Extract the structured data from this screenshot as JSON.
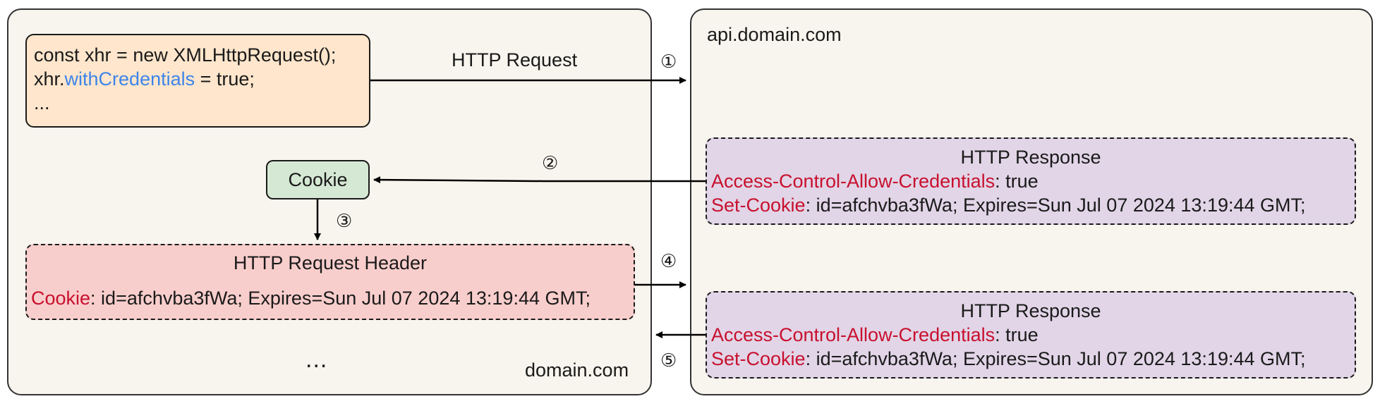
{
  "left_panel": {
    "label": "domain.com",
    "ellipsis": "..."
  },
  "right_panel": {
    "label": "api.domain.com"
  },
  "code_box": {
    "line1": "const xhr = new XMLHttpRequest();",
    "line2_prefix": "xhr.",
    "line2_highlight": "withCredentials",
    "line2_suffix": " = true;",
    "line3": "..."
  },
  "cookie_box": {
    "label": "Cookie"
  },
  "request_header": {
    "title": "HTTP Request Header",
    "key": "Cookie",
    "value": ": id=afchvba3fWa; Expires=Sun Jul 07 2024 13:19:44 GMT;"
  },
  "responses": [
    {
      "title": "HTTP Response",
      "header1_key": "Access-Control-Allow-Credentials",
      "header1_value": ": true",
      "header2_key": "Set-Cookie",
      "header2_value": ": id=afchvba3fWa; Expires=Sun Jul 07 2024 13:19:44 GMT;"
    },
    {
      "title": "HTTP Response",
      "header1_key": "Access-Control-Allow-Credentials",
      "header1_value": ": true",
      "header2_key": "Set-Cookie",
      "header2_value": ": id=afchvba3fWa; Expires=Sun Jul 07 2024 13:19:44 GMT;"
    }
  ],
  "arrows": {
    "http_request_label": "HTTP Request",
    "step1": "①",
    "step2": "②",
    "step3": "③",
    "step4": "④",
    "step5": "⑤"
  },
  "colors": {
    "panel_bg": "#f8f5ee",
    "code_bg": "#ffe6cc",
    "cookie_bg": "#d5e8d4",
    "request_header_bg": "#f8cecc",
    "response_bg": "#e1d5e7",
    "header_key": "#c8102e",
    "highlight": "#3d85ea"
  }
}
